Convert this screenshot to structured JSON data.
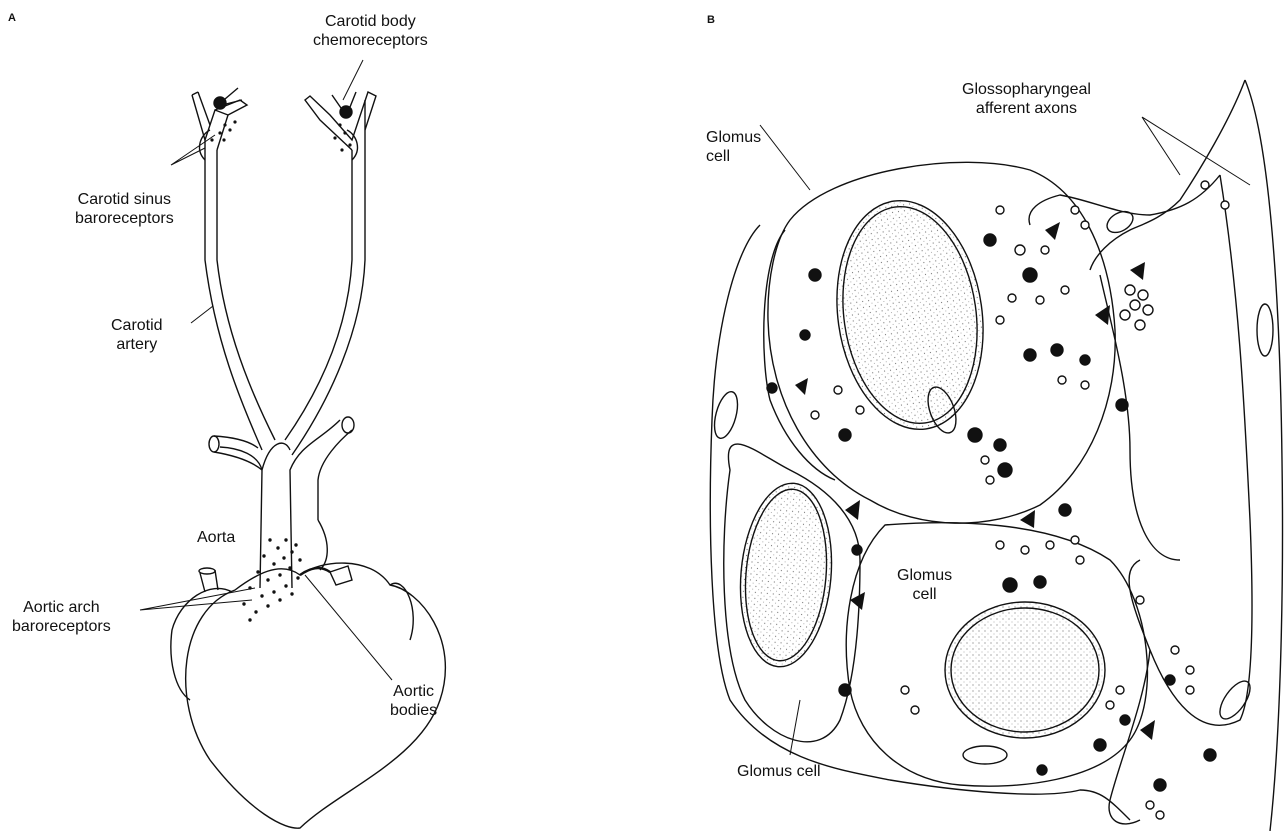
{
  "panel_a": {
    "letter": "A",
    "labels": {
      "carotid_body": [
        "Carotid body",
        "chemoreceptors"
      ],
      "carotid_sinus": [
        "Carotid sinus",
        "baroreceptors"
      ],
      "carotid_artery": [
        "Carotid",
        "artery"
      ],
      "aorta": [
        "Aorta"
      ],
      "aortic_arch": [
        "Aortic arch",
        "baroreceptors"
      ],
      "aortic_bodies": [
        "Aortic",
        "bodies"
      ]
    }
  },
  "panel_b": {
    "letter": "B",
    "labels": {
      "glossopharyngeal": [
        "Glossopharyngeal",
        "afferent axons"
      ],
      "glomus_top": [
        "Glomus",
        "cell"
      ],
      "glomus_mid": [
        "Glomus",
        "cell"
      ],
      "glomus_bottom": [
        "Glomus cell"
      ]
    }
  },
  "colors": {
    "ink": "#111111",
    "background": "#ffffff",
    "stipple": "#555555"
  }
}
